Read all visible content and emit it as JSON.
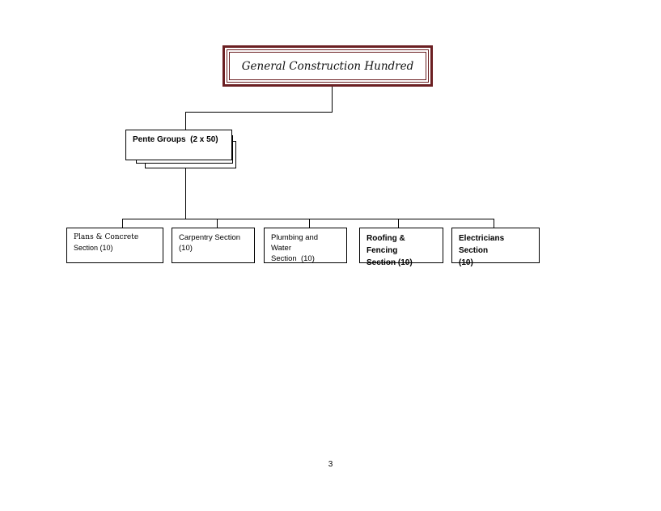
{
  "diagram": {
    "root": {
      "label": "General Construction Hundred"
    },
    "group": {
      "label": "Pente Groups  (2 x 50)"
    },
    "sections": [
      {
        "line1": "Plans & Concrete",
        "line2": "Section (10)"
      },
      {
        "line1": "Carpentry Section",
        "line2": "(10)"
      },
      {
        "line1": "Plumbing and Water",
        "line2": "Section  (10)"
      },
      {
        "line1": "Roofing & Fencing",
        "line2": "Section (10)"
      },
      {
        "line1": "Electricians Section",
        "line2": "(10)"
      }
    ],
    "border_color": "#6b1f22"
  },
  "page": {
    "number": "3"
  }
}
